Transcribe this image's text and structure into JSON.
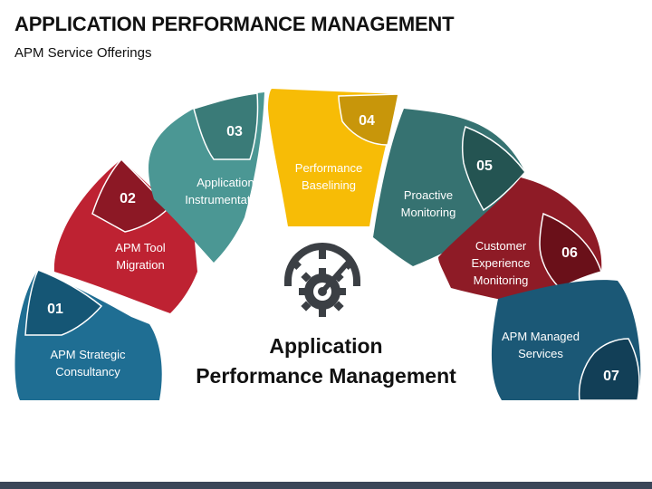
{
  "header": {
    "title": "APPLICATION PERFORMANCE MANAGEMENT",
    "subtitle": "APM Service Offerings"
  },
  "center": {
    "title_line1": "Application",
    "title_line2": "Performance Management",
    "icon": "speedometer-gear-icon"
  },
  "offerings": [
    {
      "number": "01",
      "line1": "APM Strategic",
      "line2": "Consultancy",
      "color": "#1f6e93"
    },
    {
      "number": "02",
      "line1": "APM Tool",
      "line2": "Migration",
      "color": "#be2232"
    },
    {
      "number": "03",
      "line1": "Application",
      "line2": "Instrumentation",
      "color": "#4b9794"
    },
    {
      "number": "04",
      "line1": "Performance",
      "line2": "Baselining",
      "color": "#f7bc06"
    },
    {
      "number": "05",
      "line1": "Proactive",
      "line2": "Monitoring",
      "color": "#367271"
    },
    {
      "number": "06",
      "line1": "Customer",
      "line2": "Experience",
      "line3": "Monitoring",
      "color": "#8e1b26"
    },
    {
      "number": "07",
      "line1": "APM Managed",
      "line2": "Services",
      "color": "#1b5876"
    }
  ],
  "colors": {
    "badge_dark_01": "#155675",
    "badge_dark_02": "#8c1825",
    "badge_dark_03": "#3a7b78",
    "badge_dark_04": "#c8960a",
    "badge_dark_05": "#245452",
    "badge_dark_06": "#6a1019",
    "badge_dark_07": "#123f57",
    "icon": "#3b3f44"
  }
}
